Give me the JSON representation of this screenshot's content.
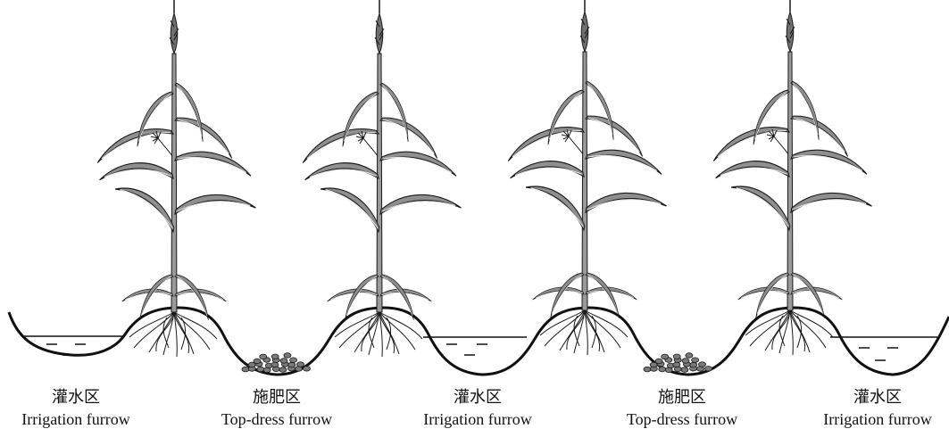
{
  "furrows": [
    {
      "kind": "irrigation",
      "zh": "灌水区",
      "en": "Irrigation furrow"
    },
    {
      "kind": "top-dress",
      "zh": "施肥区",
      "en": "Top-dress furrow"
    },
    {
      "kind": "irrigation",
      "zh": "灌水区",
      "en": "Irrigation furrow"
    },
    {
      "kind": "top-dress",
      "zh": "施肥区",
      "en": "Top-dress furrow"
    },
    {
      "kind": "irrigation",
      "zh": "灌水区",
      "en": "Irrigation furrow"
    }
  ],
  "plant_count": 4,
  "colors": {
    "leaf": "#8f8f8f",
    "leaf_vein": "#e8e8e8",
    "outline": "#1a1a1a",
    "soil_line": "#111111",
    "fertilizer": "#7a7a7a"
  }
}
